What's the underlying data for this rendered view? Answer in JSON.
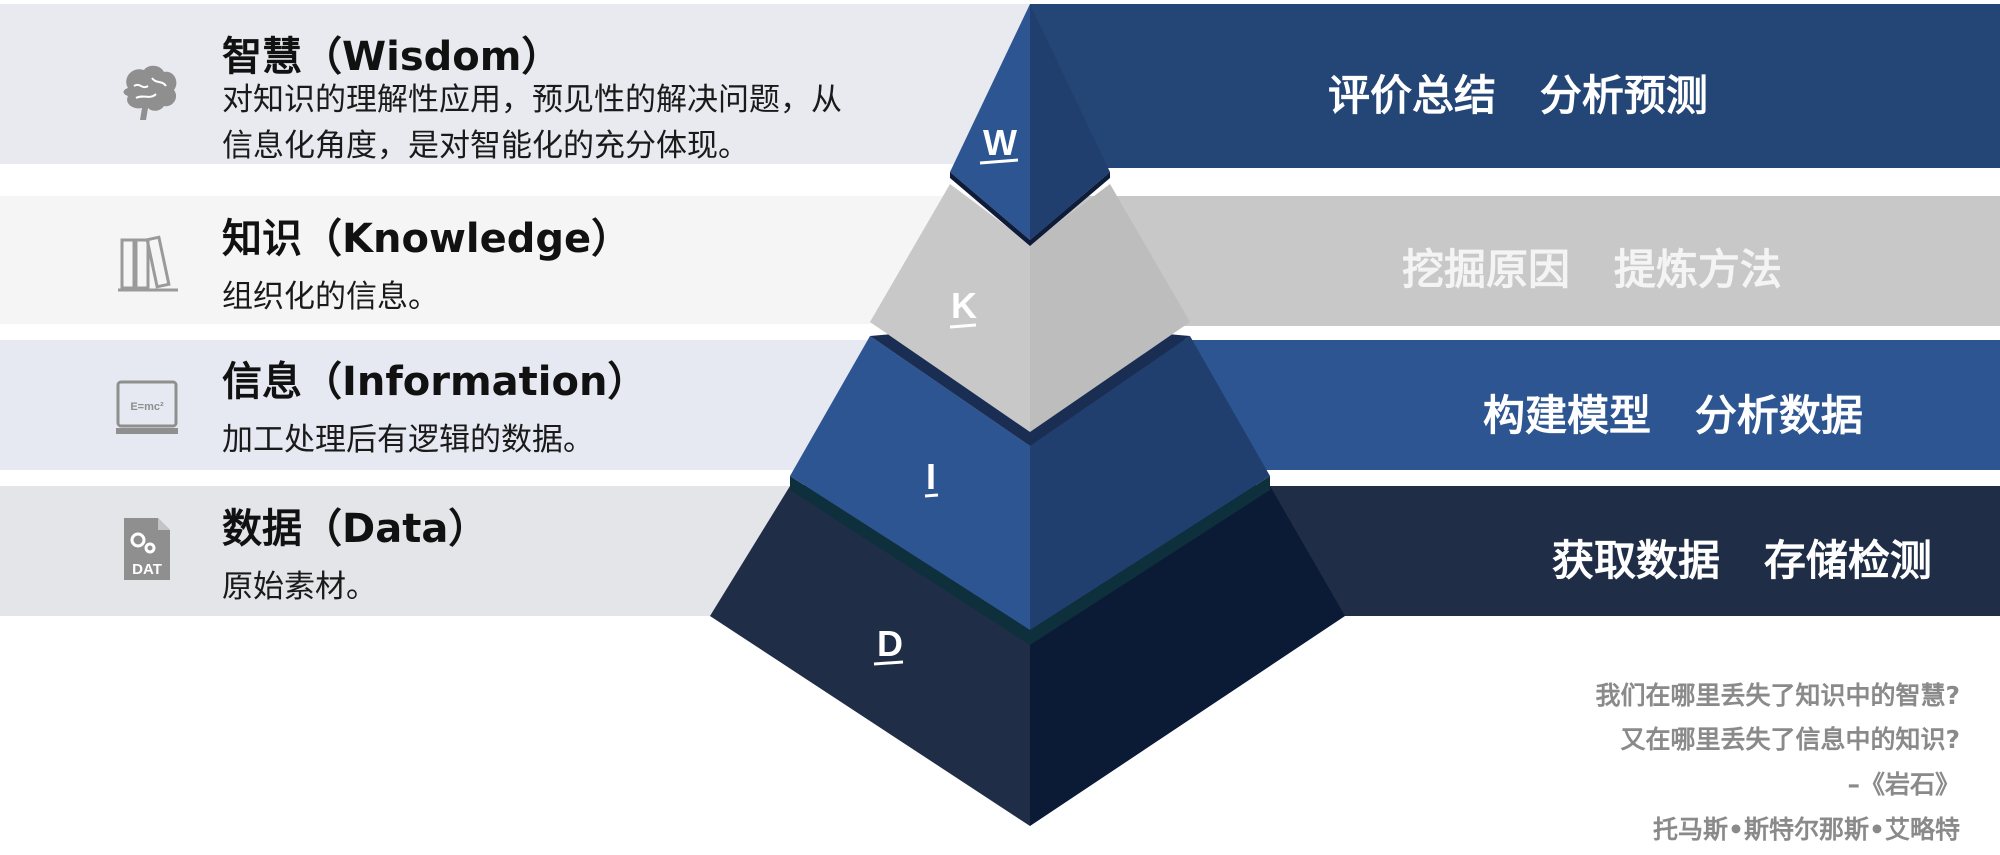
{
  "rows": [
    {
      "letter": "W",
      "title": "智慧（Wisdom）",
      "desc_line1": "对知识的理解性应用，预见性的解决问题，从",
      "desc_line2": "信息化角度，是对智能化的充分体现。",
      "right_label": "评价总结   分析预测",
      "icon": "brain-icon"
    },
    {
      "letter": "K",
      "title": "知识（Knowledge）",
      "desc_line1": "组织化的信息。",
      "right_label": "挖掘原因   提炼方法",
      "icon": "books-icon"
    },
    {
      "letter": "I",
      "title": "信息（Information）",
      "desc_line1": "加工处理后有逻辑的数据。",
      "right_label": "构建模型   分析数据",
      "icon": "blackboard-icon",
      "icon_text": "E=mc²"
    },
    {
      "letter": "D",
      "title": "数据（Data）",
      "desc_line1": "原始素材。",
      "right_label": "获取数据   存储检测",
      "icon": "data-file-icon",
      "icon_text": "DAT"
    }
  ],
  "quote": {
    "line1": "我们在哪里丢失了知识中的智慧?",
    "line2": "又在哪里丢失了信息中的知识?",
    "line3": "–《岩石》",
    "line4": "托马斯•斯特尔那斯•艾略特"
  },
  "colors": {
    "wisdom_band_right": "#244677",
    "knowledge_band_right": "#c8c8c9",
    "information_band_right": "#2c5591",
    "data_band_right": "#1f2d47",
    "left_band_1": "#e8eaef",
    "left_band_2": "#f5f5f6",
    "left_band_3": "#e6e9f1",
    "left_band_4": "#e4e5e8"
  }
}
